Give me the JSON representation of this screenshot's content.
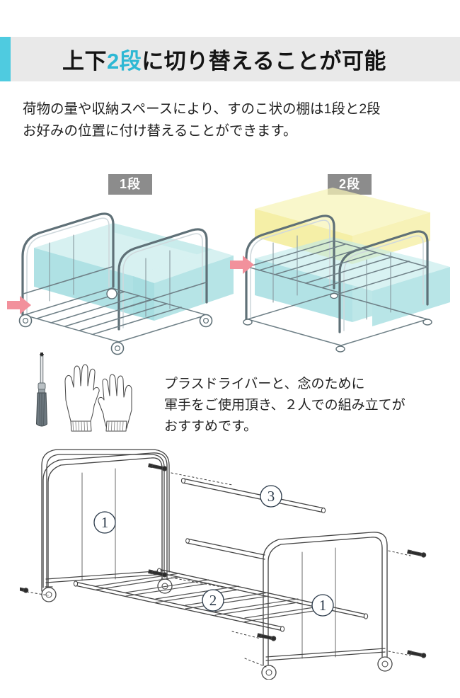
{
  "header": {
    "title_part1": "上下",
    "title_highlight": "2段",
    "title_part2": "に切り替えることが可能",
    "accent_color": "#4fcbe0",
    "band_color": "#e9e9e9"
  },
  "lead": {
    "line1": "荷物の量や収納スペースにより、すのこ状の棚は1段と2段",
    "line2": "お好みの位置に付け替えることができます。"
  },
  "badges": {
    "one_tier": "1段",
    "two_tier": "2段",
    "background_color": "#8c8c8c",
    "text_color": "#ffffff"
  },
  "comparison": {
    "left_caption": "1段",
    "right_caption": "2段",
    "shelf_volume_color": "#7fd2d6",
    "upper_volume_color": "#f5eea0",
    "arrow_color": "#f2919c",
    "frame_color": "#ffffff",
    "frame_outline_color": "#6b7a80"
  },
  "tools": {
    "screwdriver_label": "plus-screwdriver",
    "gloves_label": "work-gloves",
    "text_line1": "プラスドライバーと、念のために",
    "text_line2": "軍手をご使用頂き、２人での組み立てが",
    "text_line3": "おすすめです。"
  },
  "assembly": {
    "part_labels": [
      "①",
      "①",
      "②",
      "③"
    ],
    "part1_left": "①",
    "part1_right": "①",
    "part2": "②",
    "part3": "③",
    "line_color": "#4a4a4a",
    "label_color": "#2b3a4a"
  }
}
